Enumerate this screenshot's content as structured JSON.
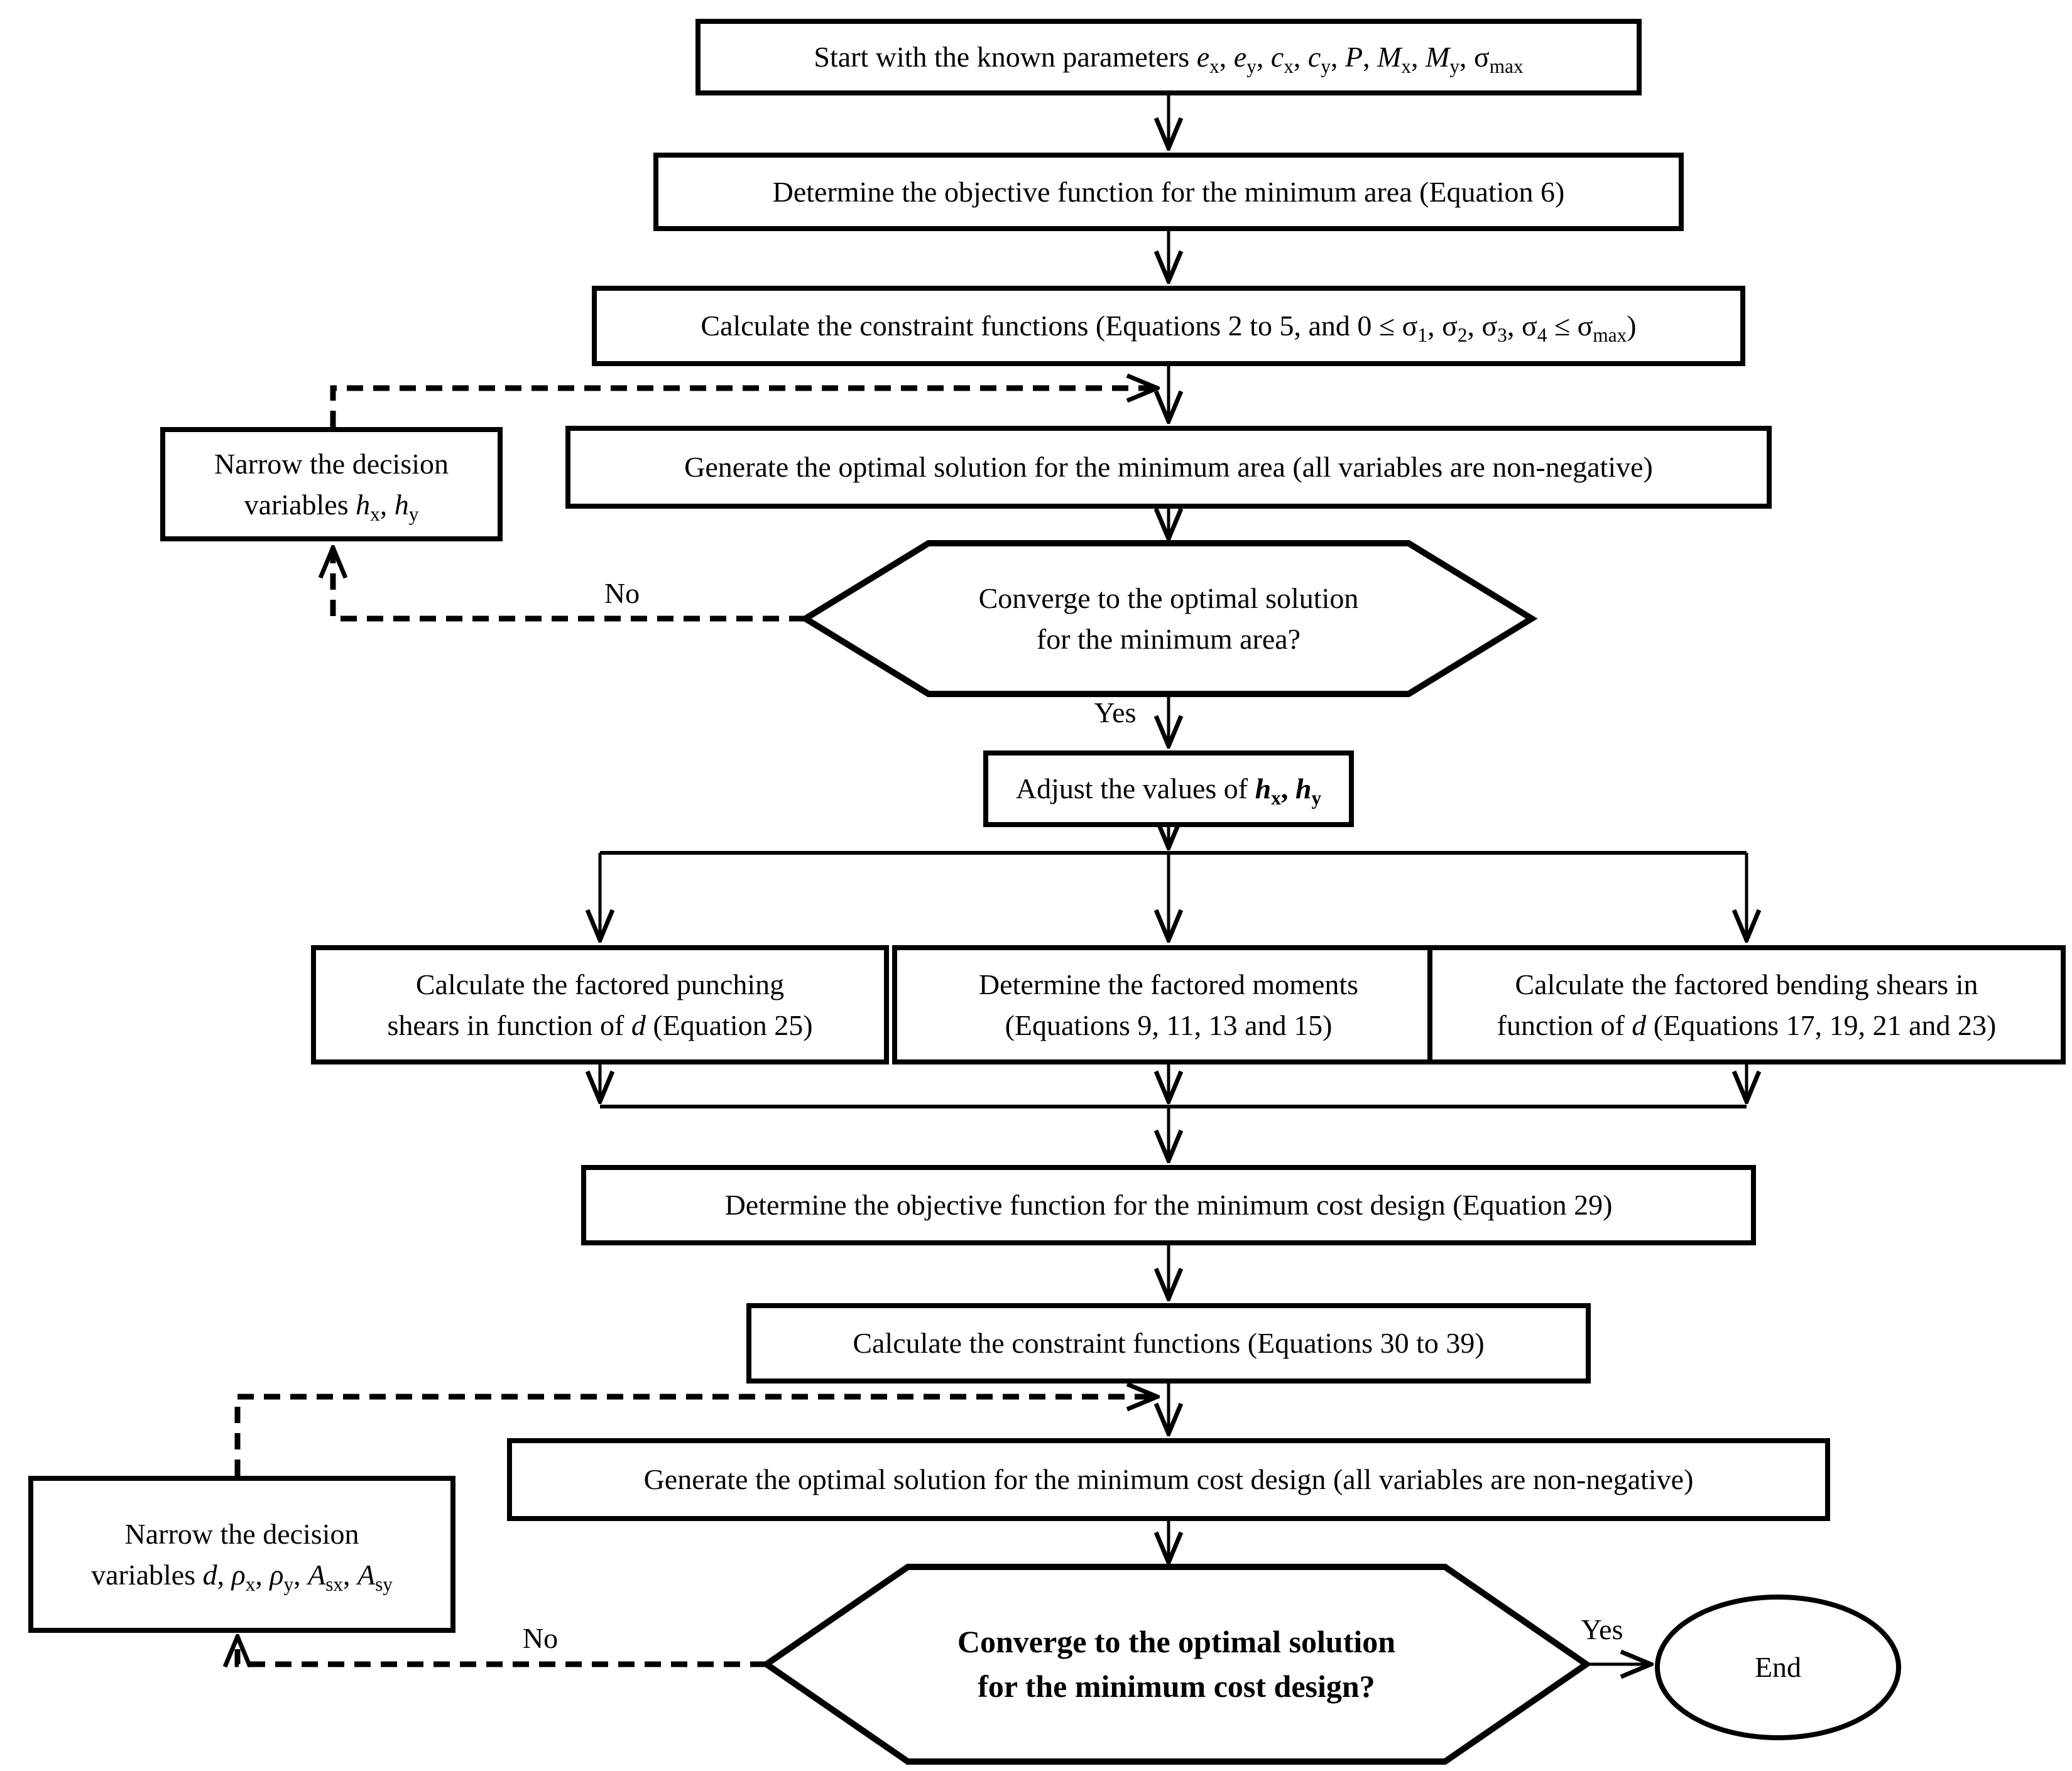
{
  "title": "Optimization design flowchart",
  "colors": {
    "line": "#000000",
    "box_fill": "#ffffff",
    "text": "#000000",
    "background": "#ffffff"
  },
  "nodes": {
    "start": {
      "shape": "rect",
      "html": "Start with the known parameters <i>e</i><sub>x</sub>, <i>e</i><sub>y</sub>, <i>c</i><sub>x</sub>, <i>c</i><sub>y</sub>, <i>P</i>, <i>M</i><sub>x</sub>, <i>M</i><sub>y</sub>, σ<sub>max</sub>"
    },
    "objective_area": {
      "shape": "rect",
      "html": "Determine the objective function for the minimum area (Equation 6)"
    },
    "constraints_area": {
      "shape": "rect",
      "html": "Calculate the constraint functions (Equations 2 to 5, and 0 ≤ σ<sub>1</sub>, σ<sub>2</sub>, σ<sub>3</sub>, σ<sub>4</sub> ≤ σ<sub>max</sub>)"
    },
    "narrow_area": {
      "shape": "rect",
      "html": "Narrow the decision<br>variables <i>h</i><sub>x</sub>, <i>h</i><sub>y</sub>"
    },
    "generate_area": {
      "shape": "rect",
      "html": "Generate the optimal solution for the minimum area (all variables are non-negative)"
    },
    "converge_area": {
      "shape": "hexagon",
      "html": "Converge to the optimal solution<br>for the minimum area?"
    },
    "adjust": {
      "shape": "rect",
      "html": "Adjust the values of <b><i>h</i><sub>x</sub>, <i>h</i><sub>y</sub></b>"
    },
    "punching": {
      "shape": "rect",
      "html": "Calculate the factored punching<br>shears in function of <i>d</i> (Equation 25)"
    },
    "moments": {
      "shape": "rect",
      "html": "Determine the factored moments<br>(Equations 9, 11, 13 and 15)"
    },
    "bending": {
      "shape": "rect",
      "html": "Calculate the factored bending shears in<br>function of <i>d</i> (Equations 17, 19, 21 and 23)"
    },
    "objective_cost": {
      "shape": "rect",
      "html": "Determine the objective function for the minimum cost design (Equation 29)"
    },
    "constraints_cost": {
      "shape": "rect",
      "html": "Calculate the constraint functions (Equations 30 to 39)"
    },
    "narrow_cost": {
      "shape": "rect",
      "html": "Narrow the decision<br>variables <i>d</i>, <i>ρ</i><sub>x</sub>, <i>ρ</i><sub>y</sub>, <i>A</i><sub>sx</sub>, <i>A</i><sub>sy</sub>"
    },
    "generate_cost": {
      "shape": "rect",
      "html": "Generate the optimal solution for the minimum cost design (all variables are non-negative)"
    },
    "converge_cost": {
      "shape": "hexagon",
      "html": "Converge to the optimal solution<br>for the minimum cost design?"
    },
    "end": {
      "shape": "ellipse",
      "label": "End"
    }
  },
  "labels": {
    "yes_area": "Yes",
    "no_area": "No",
    "yes_cost": "Yes",
    "no_cost": "No"
  }
}
